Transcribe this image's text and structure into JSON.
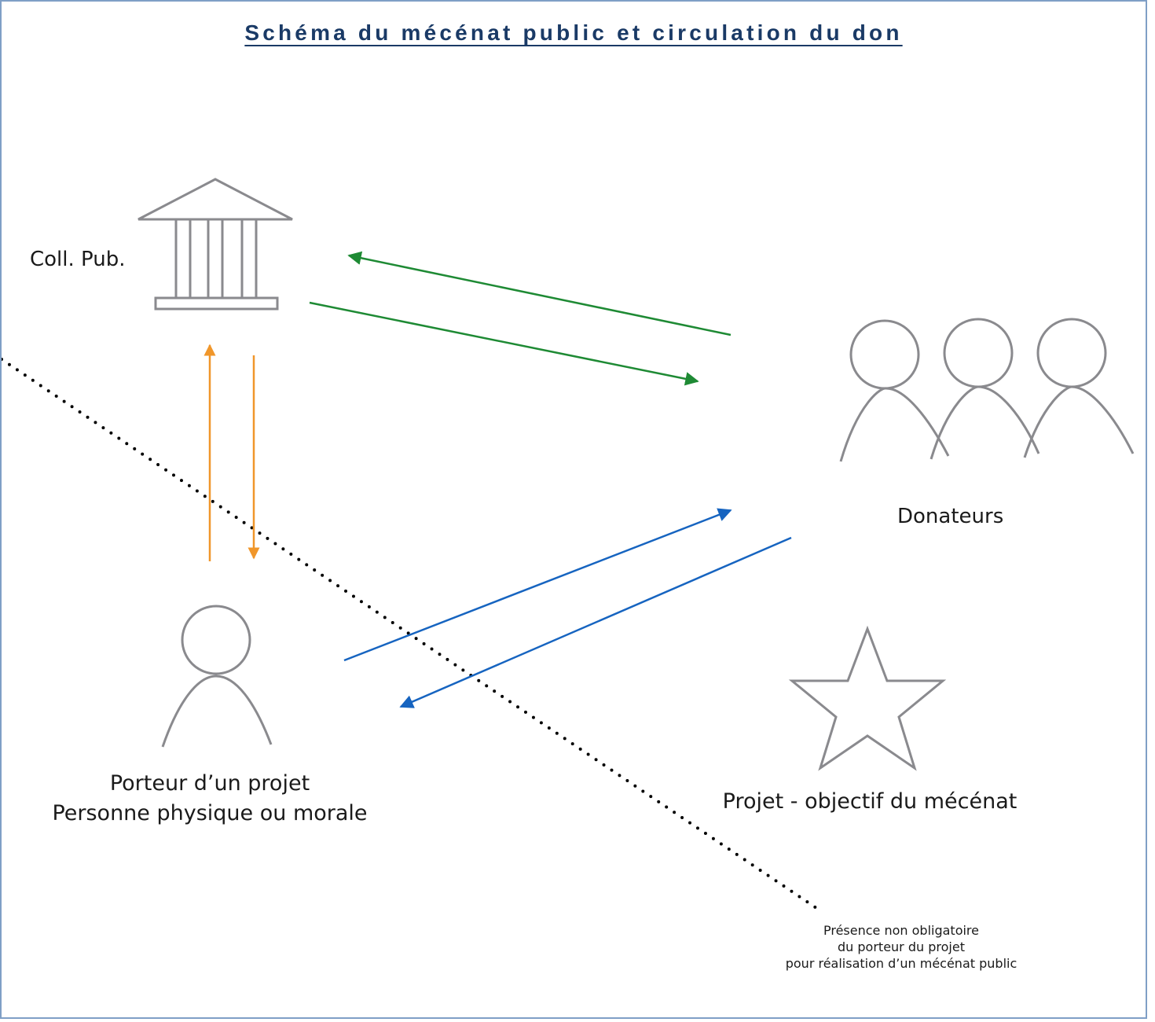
{
  "title": "Schéma du mécénat public et circulation du don",
  "nodes": {
    "collectivite": "Coll. Pub.",
    "donateurs": "Donateurs",
    "porteur": [
      "Porteur d’un projet",
      "Personne physique ou morale"
    ],
    "projet": "Projet - objectif du mécénat"
  },
  "note": [
    "Présence non obligatoire",
    "du porteur du projet",
    "pour réalisation d’un mécénat public"
  ],
  "colors": {
    "frame": "#7f9fc6",
    "title": "#1a3a66",
    "icon_stroke": "#8a8a8e",
    "arrow_green": "#1e8a34",
    "arrow_orange": "#f0962a",
    "arrow_blue": "#1664c0",
    "dotted_line": "#000000"
  },
  "icons": {
    "collectivite": "public-building-icon",
    "donateurs": "group-of-people-icon",
    "porteur": "person-icon",
    "projet": "star-icon"
  }
}
